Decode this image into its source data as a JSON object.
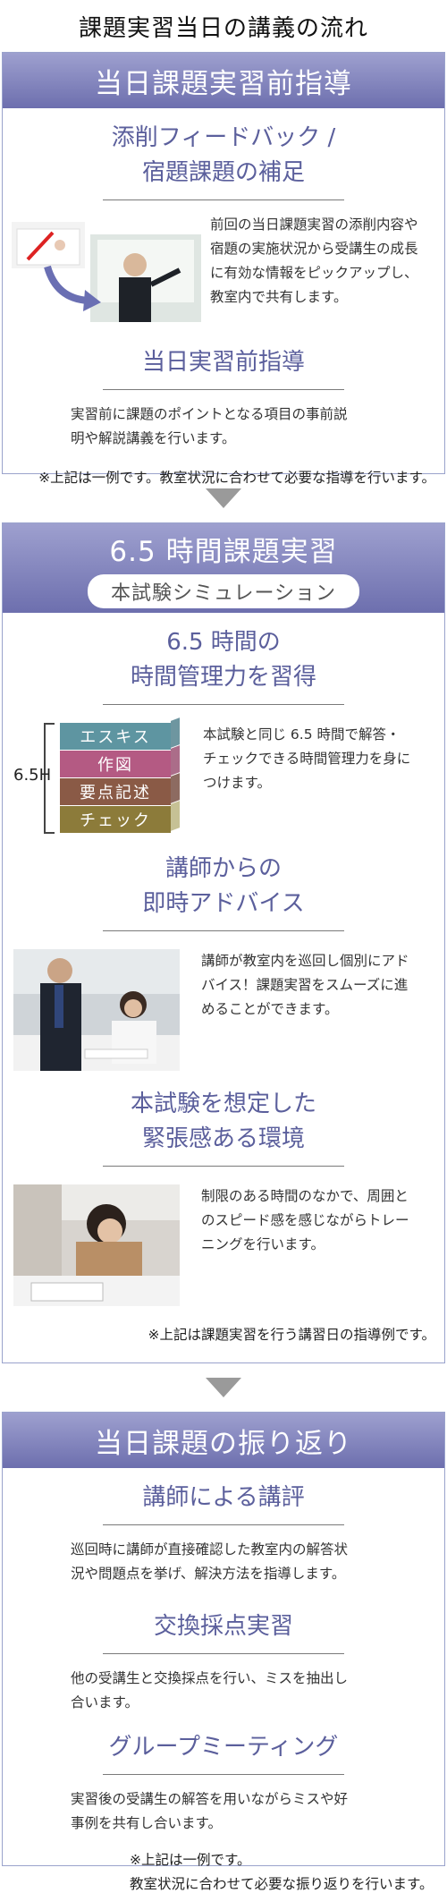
{
  "page_title": "課題実習当日の講義の流れ",
  "section1": {
    "band": "当日課題実習前指導",
    "h1_line1": "添削フィードバック /",
    "h1_line2": "宿題課題の補足",
    "text1": [
      "前回の当日課題実習の添削内容や",
      "宿題の実施状況から受講生の成長",
      "に有効な情報をピックアップし、",
      "教室内で共有します。"
    ],
    "h2": "当日実習前指導",
    "text2": [
      "実習前に課題のポイントとなる項目の事前説",
      "明や解説講義を行います。"
    ],
    "note": "※上記は一例です。教室状況に合わせて必要な指導を行います。"
  },
  "section2": {
    "band": "6.5 時間課題実習",
    "sub": "本試験シミュレーション",
    "h1_line1": "6.5 時間の",
    "h1_line2": "時間管理力を習得",
    "stack_label": "6.5H",
    "stack": [
      "エスキス",
      "作図",
      "要点記述",
      "チェック"
    ],
    "stack_colors": [
      "#5e95a1",
      "#b45a83",
      "#8a5a46",
      "#8c7b3a"
    ],
    "text1": [
      "本試験と同じ 6.5 時間で解答・",
      "チェックできる時間管理力を身に",
      "つけます。"
    ],
    "h2_line1": "講師からの",
    "h2_line2": "即時アドバイス",
    "text2": [
      "講師が教室内を巡回し個別にアド",
      "バイス！課題実習をスムーズに進",
      "めることができます。"
    ],
    "h3_line1": "本試験を想定した",
    "h3_line2": "緊張感ある環境",
    "text3": [
      "制限のある時間のなかで、周囲と",
      "のスピード感を感じながらトレー",
      "ニングを行います。"
    ],
    "note": "※上記は課題実習を行う講習日の指導例です。"
  },
  "section3": {
    "band": "当日課題の振り返り",
    "h1": "講師による講評",
    "text1": [
      "巡回時に講師が直接確認した教室内の解答状",
      "況や問題点を挙げ、解決方法を指導します。"
    ],
    "h2": "交換採点実習",
    "text2": [
      "他の受講生と交換採点を行い、ミスを抽出し",
      "合います。"
    ],
    "h3": "グループミーティング",
    "text3": [
      "実習後の受講生の解答を用いながらミスや好",
      "事例を共有し合います。"
    ],
    "note_line1": "※上記は一例です。",
    "note_line2": "教室状況に合わせて必要な振り返りを行います。"
  }
}
